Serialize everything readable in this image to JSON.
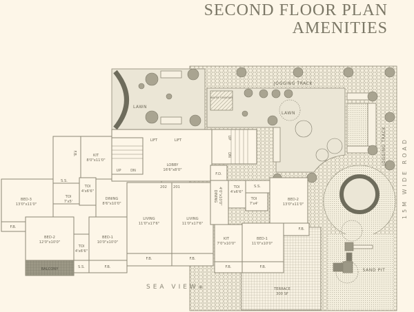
{
  "header": {
    "title_line1": "SECOND  FLOOR PLAN",
    "title_line2": "AMENITIES"
  },
  "orientation": {
    "bottom_label": "SEA VIEW",
    "bottom_star": "*",
    "right_label": "15M WIDE ROAD"
  },
  "amenities": {
    "lawn_left": "LAWN",
    "lawn_right": "LAWN",
    "water_fountain": "WATER FOUNTAIN",
    "jogging_track_top": "JOGGING TRACK",
    "jogging_track_side": "JOGGING TRACK",
    "sand_pit": "SAND PIT",
    "terrace": "TERRACE",
    "terrace_area": "300 SF"
  },
  "core": {
    "lift1": "LIFT",
    "lift2": "LIFT",
    "lobby": "LOBBY",
    "lobby_size": "16'6\"x8'0\"",
    "stair_left_up": "UP",
    "stair_left_dn": "DN",
    "stair_right_up": "UP",
    "stair_right_dn": "DN",
    "fd": "F.D.",
    "door_202": "202",
    "door_201": "201"
  },
  "flat_202": {
    "kit": {
      "name": "KIT",
      "size": "8'0\"x11'0\""
    },
    "fb_kit": "F.B.",
    "ss": "S.S.",
    "toi_small": {
      "name": "TOI",
      "size": "7'x5'"
    },
    "toi_dining": {
      "name": "TOI",
      "size": "4'x6'6\""
    },
    "bed3": {
      "name": "BED-3",
      "size": "13'0\"x11'0\""
    },
    "dining": {
      "name": "DINING",
      "size": "8'6\"x10'0\""
    },
    "living": {
      "name": "LIVING",
      "size": "11'0\"x17'6\""
    },
    "bed2": {
      "name": "BED-2",
      "size": "12'0\"x10'0\""
    },
    "toi_bed": {
      "name": "TOI",
      "size": "4'x6'6\""
    },
    "bed1": {
      "name": "BED-1",
      "size": "10'0\"x10'0\""
    },
    "balcony": "BALCONY",
    "ss2": "S.S.",
    "fb_left": "F.B.",
    "fb_bed1": "F.B.",
    "fb_living": "F.B."
  },
  "flat_201": {
    "living": {
      "name": "LIVING",
      "size": "11'0\"x17'6\""
    },
    "dining": {
      "name": "DINING",
      "size": "4'0\"x10'0\""
    },
    "toi_a": {
      "name": "TOI",
      "size": "4'x6'6\""
    },
    "ss": "S.S.",
    "toi_b": {
      "name": "TOI",
      "size": "7'x4'"
    },
    "bed2": {
      "name": "BED-2",
      "size": "13'0\"x11'0\""
    },
    "kit": {
      "name": "KIT",
      "size": "7'0\"x10'0\""
    },
    "bed1": {
      "name": "BED-1",
      "size": "11'0\"x10'0\""
    },
    "fb_living": "F.B.",
    "fb_kit": "F.B.",
    "fb_bed1": "F.B.",
    "fb_bed2": "F.B."
  },
  "colors": {
    "background": "#fdf6e8",
    "line": "#8c8775",
    "dark": "#6e6c5c",
    "lawn": "#ebe6d6"
  }
}
